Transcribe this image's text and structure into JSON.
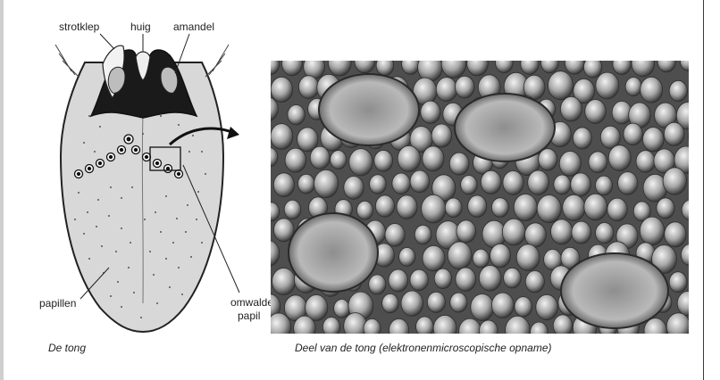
{
  "labels": {
    "strotklep": "strotklep",
    "huig": "huig",
    "amandel": "amandel",
    "papillen": "papillen",
    "omwalde_line1": "omwalde",
    "omwalde_line2": "papil"
  },
  "captions": {
    "left": "De tong",
    "right": "Deel van de tong (elektronenmicroscopische opname)"
  }
}
